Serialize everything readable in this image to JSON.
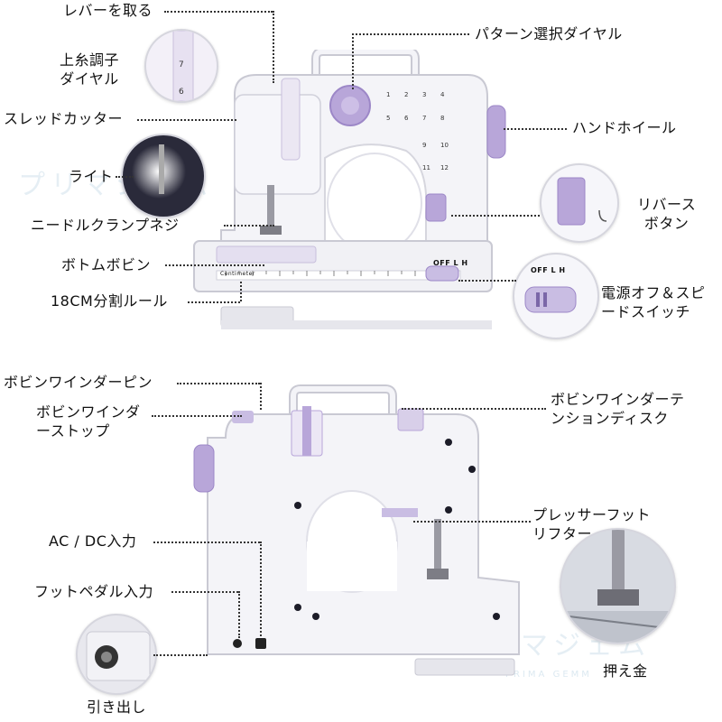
{
  "top_labels": {
    "lever": "レバーを取る",
    "thread_tension": [
      "上糸調子",
      "ダイヤル"
    ],
    "thread_cutter": "スレッドカッター",
    "light": "ライト",
    "needle_clamp": "ニードルクランプネジ",
    "bottom_bobbin": "ボトムボビン",
    "ruler": "18CM分割ルール",
    "pattern_dial": "パターン選択ダイヤル",
    "handwheel": "ハンドホイール",
    "reverse": [
      "リバース",
      "ボタン"
    ],
    "power_speed": [
      "電源オフ＆スピ",
      "ードスイッチ"
    ]
  },
  "bottom_labels": {
    "winder_pin": "ボビンワインダーピン",
    "winder_stop": [
      "ボビンワインダ",
      "ーストップ"
    ],
    "ac_dc": "AC / DC入力",
    "foot_pedal": "フットペダル入力",
    "drawer": "引き出し",
    "tension_disk": [
      "ボビンワインダーテ",
      "ンションディスク"
    ],
    "presser_lifter": [
      "プレッサーフット",
      "リフター"
    ],
    "presser_foot": "押え金"
  },
  "machine_text": {
    "switch_front": "OFF L H",
    "switch_zoom": "OFF  L  H",
    "ruler_text": "Centimeter"
  },
  "watermark": {
    "brand": "プリマジェム",
    "brand_en": "PRIMA GEMM"
  },
  "colors": {
    "accent_purple": "#b8a6d9",
    "body_white": "#f4f4f8",
    "outline": "#c9c9d3"
  }
}
